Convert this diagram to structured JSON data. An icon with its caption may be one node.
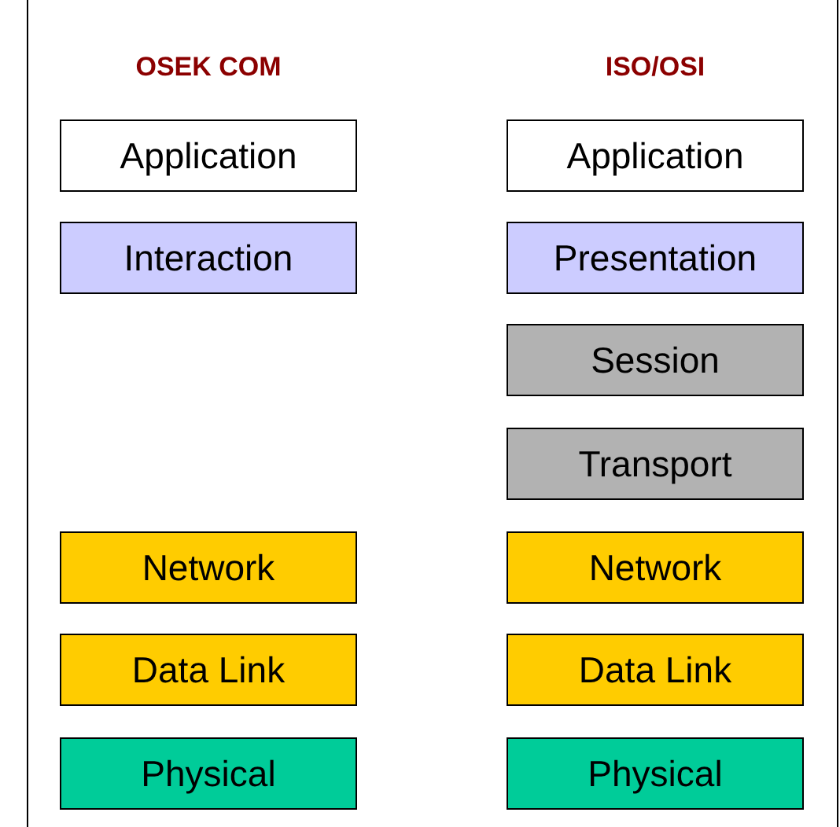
{
  "diagram": {
    "nodes": [
      {
        "text": [
          "Application"
        ]
      },
      {
        "text": [
          "Application"
        ]
      },
      {
        "text": [
          "Interaction"
        ]
      },
      {
        "text": [
          "Presentation"
        ]
      },
      {
        "text": [
          "Session"
        ]
      },
      {
        "text": [
          "Transport"
        ]
      },
      {
        "text": [
          "Network"
        ]
      },
      {
        "text": [
          "Network"
        ]
      },
      {
        "text": [
          "Data Link"
        ]
      },
      {
        "text": [
          "Data Link"
        ]
      },
      {
        "text": [
          "Physical"
        ]
      },
      {
        "text": [
          "Physical"
        ]
      }
    ],
    "labels": [
      "OSEK COM",
      "ISO/OSI"
    ]
  }
}
